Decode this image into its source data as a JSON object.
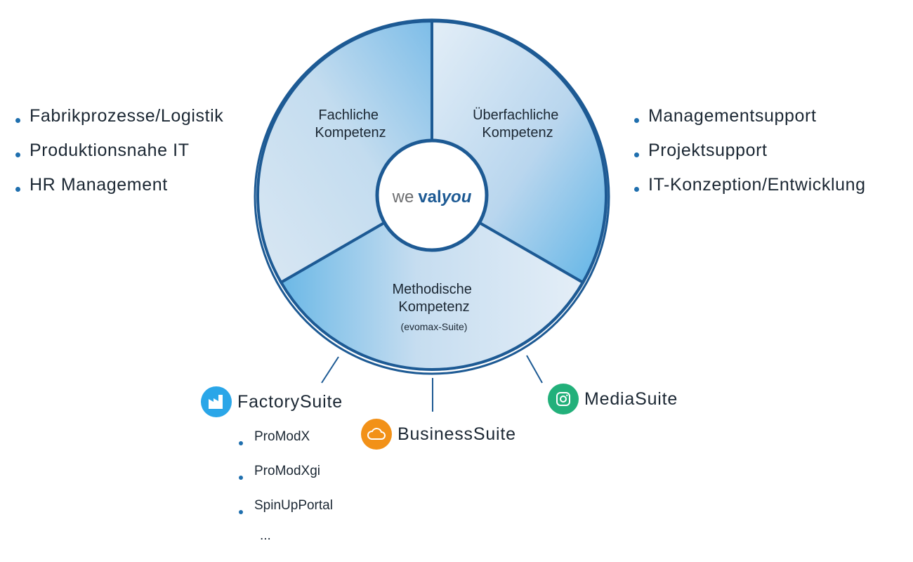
{
  "left_list": {
    "items": [
      "Fabrikprozesse/Logistik",
      "Produktionsnahe IT",
      "HR Management"
    ]
  },
  "right_list": {
    "items": [
      "Managementsupport",
      "Projektsupport",
      "IT-Konzeption/Entwicklung"
    ]
  },
  "wheel": {
    "center_logo": {
      "we": "we",
      "val": "val",
      "you": "you"
    },
    "segments": [
      {
        "line1": "Fachliche",
        "line2": "Kompetenz",
        "line3": ""
      },
      {
        "line1": "Überfachliche",
        "line2": "Kompetenz",
        "line3": ""
      },
      {
        "line1": "Methodische",
        "line2": "Kompetenz",
        "line3": "(evomax-Suite)"
      }
    ]
  },
  "suites": {
    "factory": {
      "name": "FactorySuite",
      "icon": "factory-icon",
      "color": "#2aa6e8"
    },
    "business": {
      "name": "BusinessSuite",
      "icon": "cloud-icon",
      "color": "#f29118"
    },
    "media": {
      "name": "MediaSuite",
      "icon": "instagram-icon",
      "color": "#22b07a"
    }
  },
  "factory_products": {
    "items": [
      "ProModX",
      "ProModXgi",
      "SpinUpPortal"
    ],
    "more": "..."
  },
  "colors": {
    "outline": "#1d5a94",
    "bullet": "#1f6fae",
    "logo_gray": "#6d6e70",
    "logo_blue": "#1d5a94"
  }
}
